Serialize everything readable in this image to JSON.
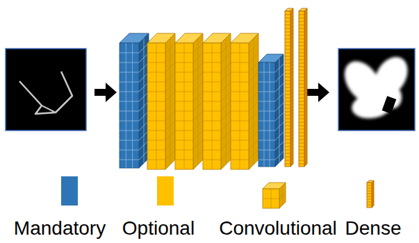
{
  "diagram": {
    "legend": [
      {
        "text": "Mandatory",
        "color": "#2e75b6"
      },
      {
        "text": "Optional",
        "color": "#ffc000"
      },
      {
        "text": "Convolutional"
      },
      {
        "text": "Dense"
      }
    ]
  }
}
